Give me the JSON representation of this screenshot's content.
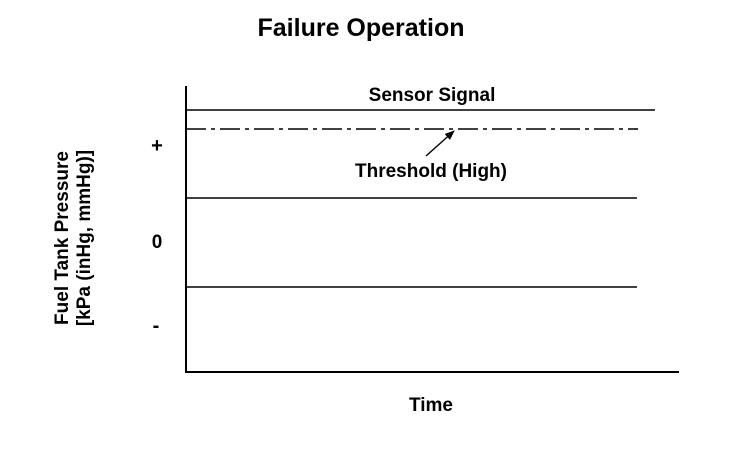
{
  "title": "Failure Operation",
  "y_axis": {
    "label_line1": "Fuel Tank Pressure",
    "label_line2": "[kPa (inHg, mmHg)]",
    "tick_plus": "+",
    "tick_zero": "0",
    "tick_minus": "-"
  },
  "x_axis": {
    "label": "Time"
  },
  "annotations": {
    "sensor_signal": "Sensor Signal",
    "threshold_high": "Threshold (High)"
  },
  "colors": {
    "line": "#000000",
    "background": "#ffffff"
  }
}
